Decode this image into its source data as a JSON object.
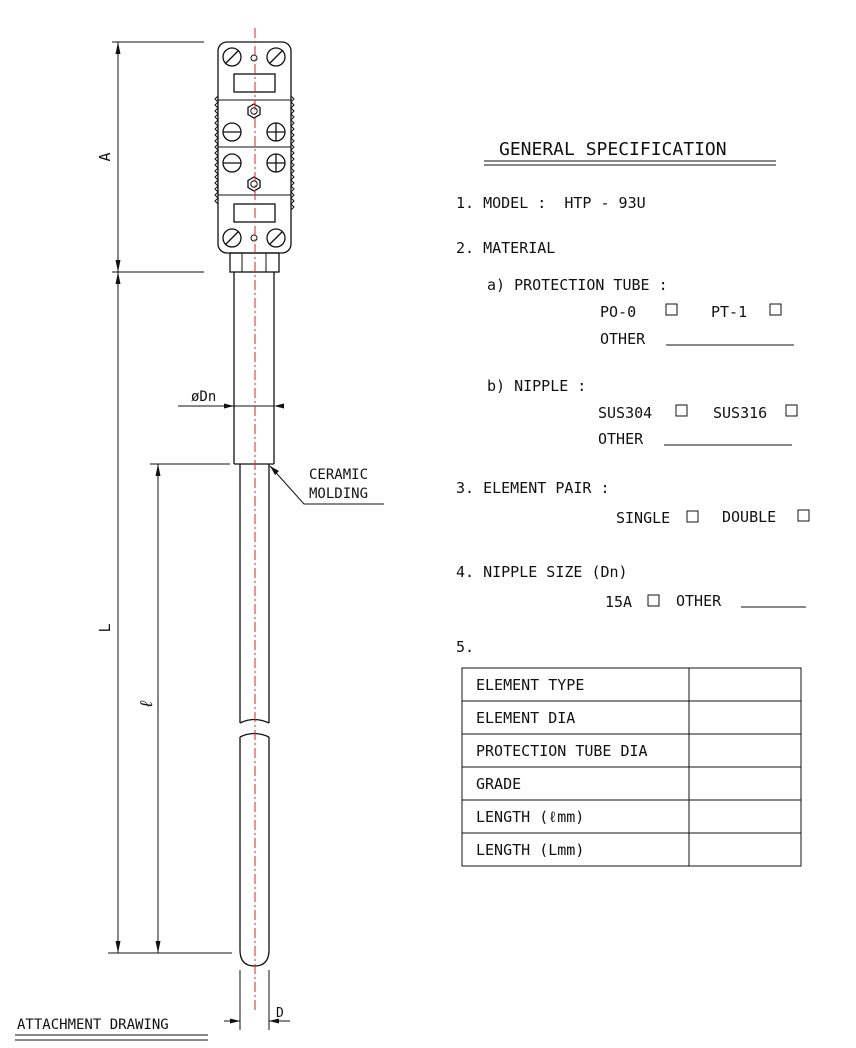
{
  "drawing": {
    "dims": {
      "A": "A",
      "L": "L",
      "l": "ℓ",
      "Dn": "øDn",
      "D": "D"
    },
    "callout_ceramic": [
      "CERAMIC",
      "MOLDING"
    ],
    "footer_title": "ATTACHMENT DRAWING"
  },
  "spec": {
    "title": "GENERAL SPECIFICATION",
    "model": "1. MODEL :  HTP - 93U",
    "material": "2. MATERIAL",
    "protection_tube": "a) PROTECTION TUBE :",
    "pt_opt1": "PO-0",
    "pt_opt2": "PT-1",
    "pt_other": "OTHER",
    "nipple": "b) NIPPLE :",
    "nip_opt1": "SUS304",
    "nip_opt2": "SUS316",
    "nip_other": "OTHER",
    "element_pair": "3. ELEMENT PAIR :",
    "ep_single": "SINGLE",
    "ep_double": "DOUBLE",
    "nipple_size": "4. NIPPLE SIZE (Dn)",
    "ns_opt": "15A",
    "ns_other": "OTHER",
    "item5": "5.",
    "table": [
      {
        "label": "ELEMENT TYPE",
        "value": ""
      },
      {
        "label": "ELEMENT DIA",
        "value": ""
      },
      {
        "label": "PROTECTION TUBE DIA",
        "value": ""
      },
      {
        "label": "GRADE",
        "value": ""
      },
      {
        "label": "LENGTH (ℓmm)",
        "value": ""
      },
      {
        "label": "LENGTH (Lmm)",
        "value": ""
      }
    ]
  }
}
